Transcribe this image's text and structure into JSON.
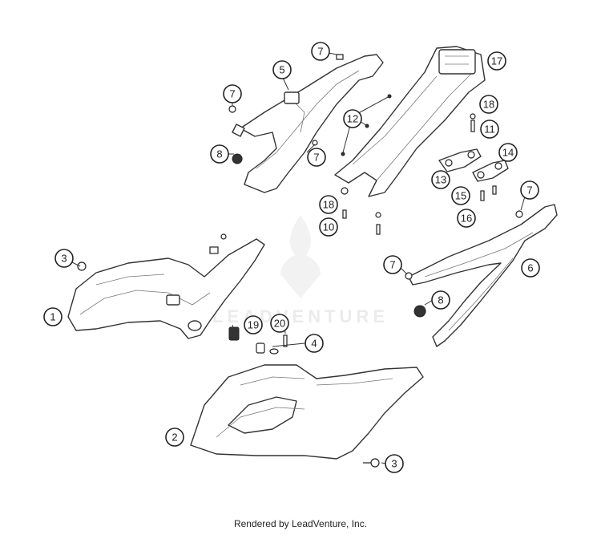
{
  "diagram": {
    "watermark": "LEADVENTURE",
    "footer": "Rendered by LeadVenture, Inc.",
    "callouts": [
      "1",
      "2",
      "3",
      "3",
      "4",
      "5",
      "6",
      "7",
      "7",
      "7",
      "7",
      "7",
      "8",
      "8",
      "10",
      "11",
      "12",
      "13",
      "14",
      "15",
      "16",
      "17",
      "18",
      "18",
      "19",
      "20"
    ]
  }
}
